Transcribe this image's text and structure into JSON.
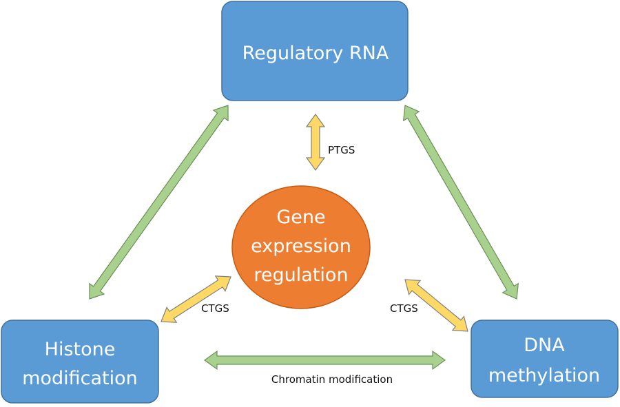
{
  "colors": {
    "box_fill": "#5b9bd5",
    "box_stroke": "#41719c",
    "center_fill": "#ed7d31",
    "green_arrow": "#a9d18e",
    "green_stroke": "#6b8e5a",
    "yellow_arrow": "#ffd966",
    "yellow_stroke": "#7f7f7f"
  },
  "nodes": {
    "regulatory_rna": "Regulatory RNA",
    "histone": [
      "Histone",
      "modification"
    ],
    "dna": [
      "DNA",
      "methylation"
    ],
    "center": [
      "Gene",
      "expression",
      "regulation"
    ]
  },
  "labels": {
    "ptgs": "PTGS",
    "ctgs_left": "CTGS",
    "ctgs_right": "CTGS",
    "chromatin": "Chromatin modification"
  }
}
